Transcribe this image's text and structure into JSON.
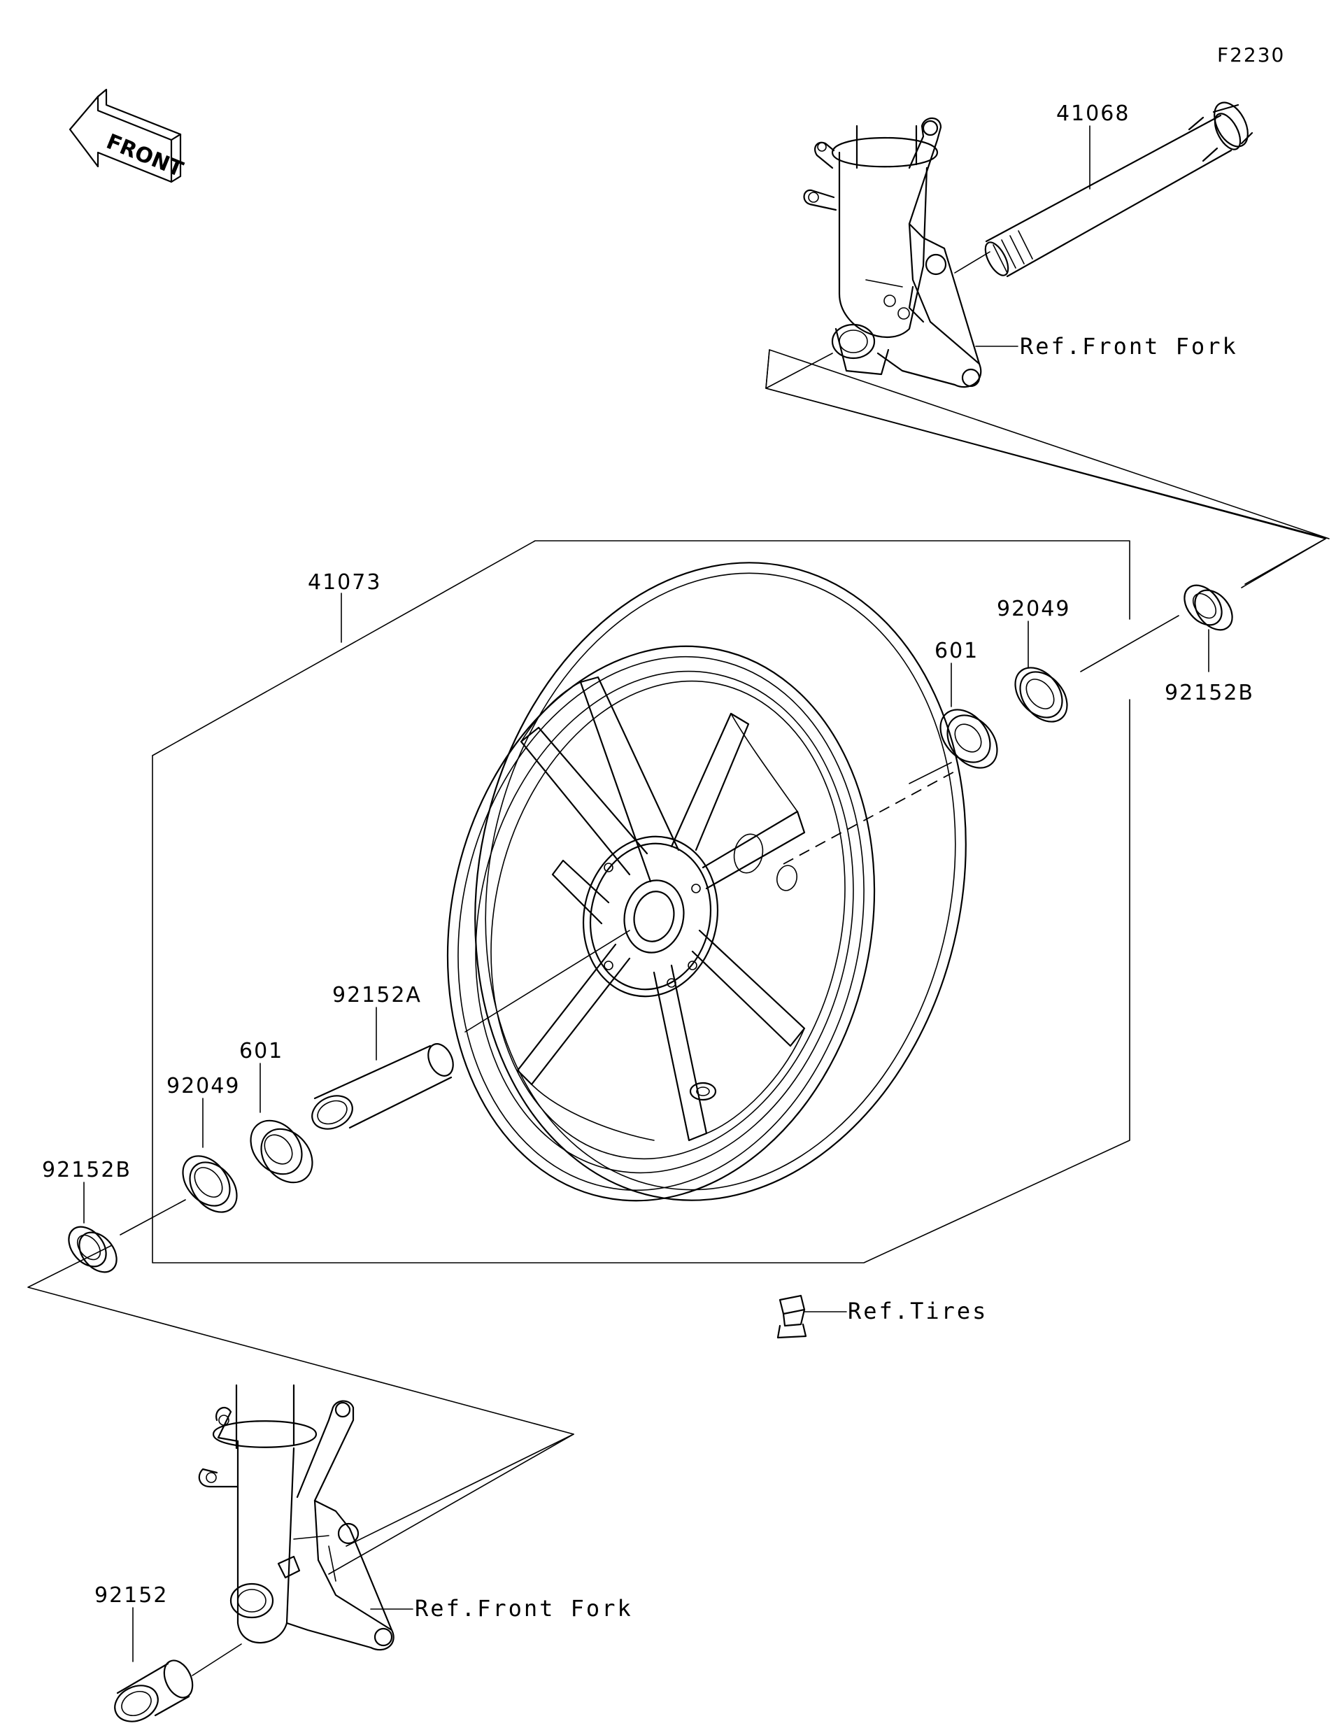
{
  "figure_code": "F2230",
  "front_indicator": "FRONT",
  "parts": {
    "axle": "41068",
    "wheel": "41073",
    "seal_right": "92049",
    "bearing_right": "601",
    "collar_right": "92152B",
    "spacer_center": "92152A",
    "bearing_left": "601",
    "seal_left": "92049",
    "collar_left": "92152B",
    "collar_fork": "92152"
  },
  "references": {
    "front_fork_top": "Ref.Front Fork",
    "tires": "Ref.Tires",
    "front_fork_bottom": "Ref.Front Fork"
  }
}
